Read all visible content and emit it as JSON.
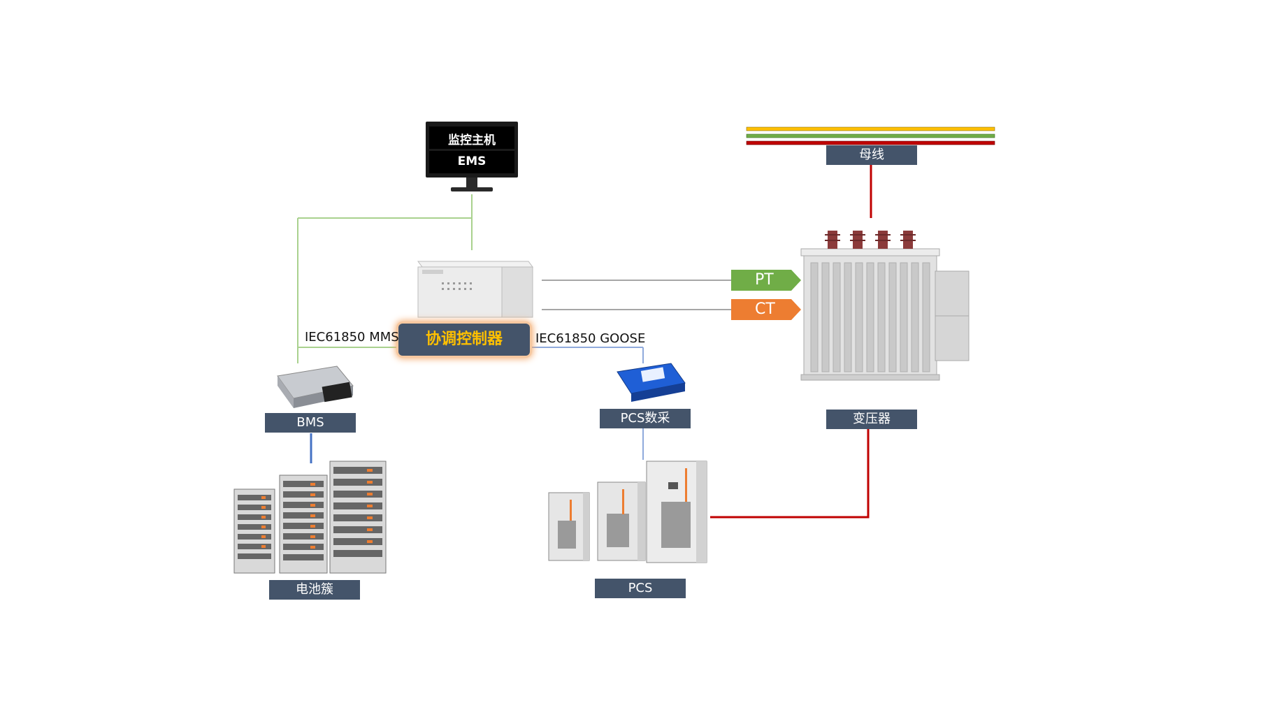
{
  "monitor": {
    "line1": "监控主机",
    "line2": "EMS"
  },
  "controller": {
    "label": "协调控制器"
  },
  "protocols": {
    "mms": "IEC61850 MMS",
    "goose": "IEC61850 GOOSE"
  },
  "labels": {
    "bms": "BMS",
    "battery_cluster": "电池簇",
    "pcs_acq": "PCS数采",
    "pcs": "PCS",
    "transformer": "变压器",
    "busbar": "母线"
  },
  "arrows": {
    "pt": "PT",
    "ct": "CT"
  },
  "colors": {
    "label_bg": "#44546A",
    "controller_text": "#FFC000",
    "green_link": "#A9D18E",
    "blue_link": "#8FAADC",
    "power_line": "#C00000",
    "busbar_yellow": "#FFC000",
    "busbar_green": "#70AD47",
    "pt": "#70AD47",
    "ct": "#ED7D31"
  }
}
